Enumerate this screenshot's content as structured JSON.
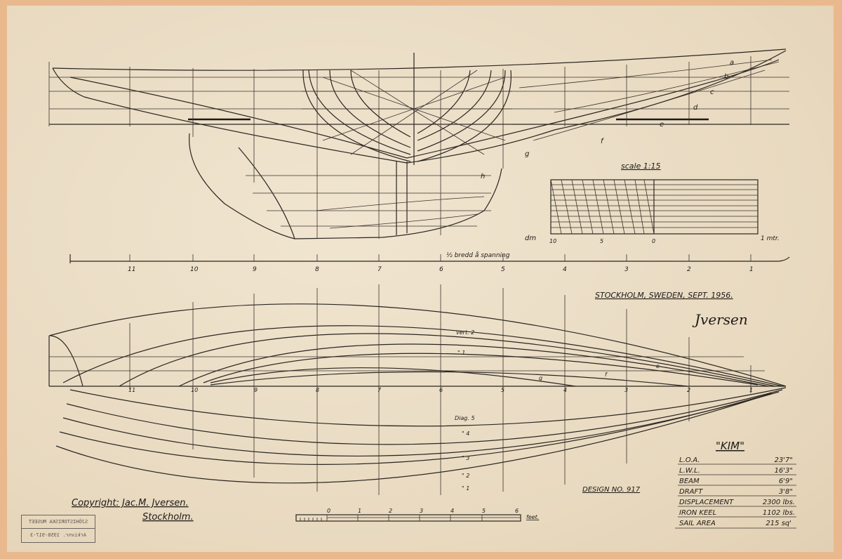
{
  "drawing": {
    "scale_label": "scale 1:15",
    "scale_units_left": "dm",
    "scale_units_right": "1 mtr.",
    "scale_ticks": [
      "10",
      "5",
      "0"
    ],
    "half_breadth_label": "½ bredd å spanning",
    "stations": [
      "11",
      "10",
      "9",
      "8",
      "7",
      "6",
      "5",
      "4",
      "3",
      "2",
      "1"
    ],
    "waterlines": [
      "a",
      "b",
      "c",
      "d",
      "e",
      "f",
      "g",
      "h"
    ],
    "plan_labels": {
      "vert2": "vert. 2",
      "vert1": "\" 1",
      "diag5": "Diag. 5",
      "diag4": "\" 4",
      "diag3": "\" 3",
      "diag2": "\" 2",
      "diag1": "\" 1"
    },
    "place_date": "STOCKHOLM, SWEDEN, SEPT. 1956.",
    "signature": "Jversen",
    "design_no": "DESIGN NO. 917",
    "copyright_line1": "Copyright: Jac.M. Jversen.",
    "copyright_line2": "Stockholm.",
    "feet_scale_ticks": [
      "0",
      "1",
      "2",
      "3",
      "4",
      "5",
      "6"
    ],
    "feet_label": "feet.",
    "stamp": {
      "line1": "SJÖHISTORISKA MUSEET",
      "line2": "Arkivnr. 1958-917-3"
    }
  },
  "specs": {
    "title": "\"KIM\"",
    "rows": [
      {
        "label": "L.O.A.",
        "value": "23'7\""
      },
      {
        "label": "L.W.L.",
        "value": "16'3\""
      },
      {
        "label": "BEAM",
        "value": "6'9\""
      },
      {
        "label": "DRAFT",
        "value": "3'8\""
      },
      {
        "label": "DISPLACEMENT",
        "value": "2300 lbs."
      },
      {
        "label": "IRON KEEL",
        "value": "1102 lbs."
      },
      {
        "label": "SAIL AREA",
        "value": "215 sq'"
      }
    ]
  },
  "colors": {
    "paper": "#ecdfc7",
    "border": "#e9b98d",
    "ink": "#1e1a16"
  }
}
